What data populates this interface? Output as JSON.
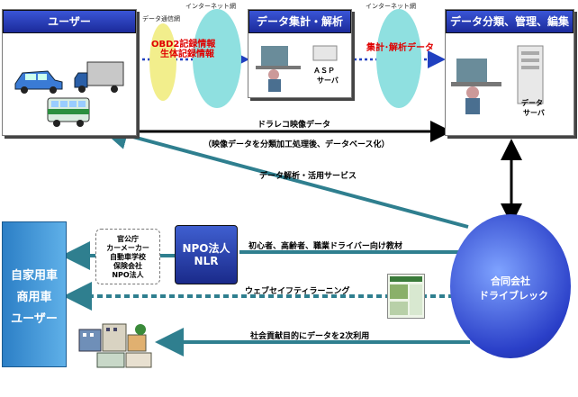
{
  "user_panel": {
    "title": "ユーザー"
  },
  "aggregate_panel": {
    "title": "データ集計・解析",
    "asp_label": "ＡＳＰ",
    "asp_sub": "サーバ"
  },
  "classify_panel": {
    "title": "データ分類、管理、編集",
    "server_label": "データ",
    "server_sub": "サーバ"
  },
  "comm_labels": {
    "data_comm": "データ通信網",
    "internet1": "インターネット網",
    "internet2": "インターネット網"
  },
  "obd_ellipse": {
    "line1": "OBD2記録情報",
    "line2": "生体記録情報"
  },
  "summary_ellipse": {
    "label": "集計･解析データ"
  },
  "drareco": {
    "label": "ドラレコ映像データ",
    "sub": "（映像データを分類加工処理後、データベース化）"
  },
  "analysis_service": {
    "label": "データ解析・活用サービス"
  },
  "end_users": {
    "line1": "自家用車",
    "line2": "商用車",
    "line3": "ユーザー"
  },
  "org_list": {
    "items": [
      "官公庁",
      "カーメーカー",
      "自動車学校",
      "保険会社",
      "NPO法人"
    ]
  },
  "npo_box": {
    "line1": "NPO法人",
    "line2": "NLR"
  },
  "company": {
    "line1": "合同会社",
    "line2": "ドライブレック"
  },
  "flows": {
    "teaching": "初心者、高齢者、職業ドライバー向け教材",
    "elearning": "ウェブセイフティラーニング",
    "secondary": "社会貢献目的にデータを2次利用"
  },
  "colors": {
    "header_blue": "#2438b8",
    "cyan": "#8fe0e0",
    "yellow": "#f2ee8c",
    "teal_arrow": "#2f7f8f",
    "side_blue": "#3b8fd0"
  }
}
